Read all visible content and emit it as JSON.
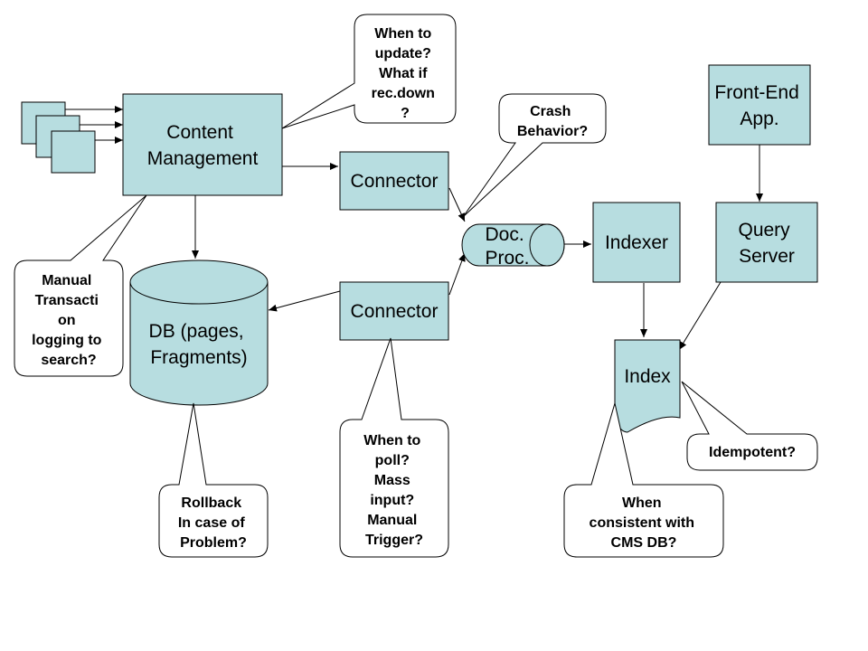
{
  "colors": {
    "box_fill": "#b7dde0",
    "stroke": "#000000",
    "callout_fill": "#ffffff"
  },
  "boxes": {
    "content_management": [
      "Content",
      "Management"
    ],
    "connector_top": [
      "Connector"
    ],
    "connector_bottom": [
      "Connector"
    ],
    "doc_proc": [
      "Doc.",
      "Proc."
    ],
    "indexer": [
      "Indexer"
    ],
    "query_server": [
      "Query",
      "Server"
    ],
    "front_end": [
      "Front-End",
      "App."
    ],
    "db": [
      "DB (pages,",
      "Fragments)"
    ],
    "index": [
      "Index"
    ]
  },
  "callouts": {
    "when_to_update": [
      "When to",
      "update?",
      "What if",
      "rec.down",
      "?"
    ],
    "crash_behavior": [
      "Crash",
      "Behavior?"
    ],
    "manual_transaction": [
      "Manual",
      "Transacti",
      "on",
      "logging to",
      "search?"
    ],
    "rollback": [
      "Rollback",
      "In case of",
      "Problem?"
    ],
    "when_to_poll": [
      "When to",
      "poll?",
      "Mass",
      "input?",
      "Manual",
      "Trigger?"
    ],
    "when_consistent": [
      "When",
      "consistent with",
      "CMS DB?"
    ],
    "idempotent": [
      "Idempotent?"
    ]
  }
}
